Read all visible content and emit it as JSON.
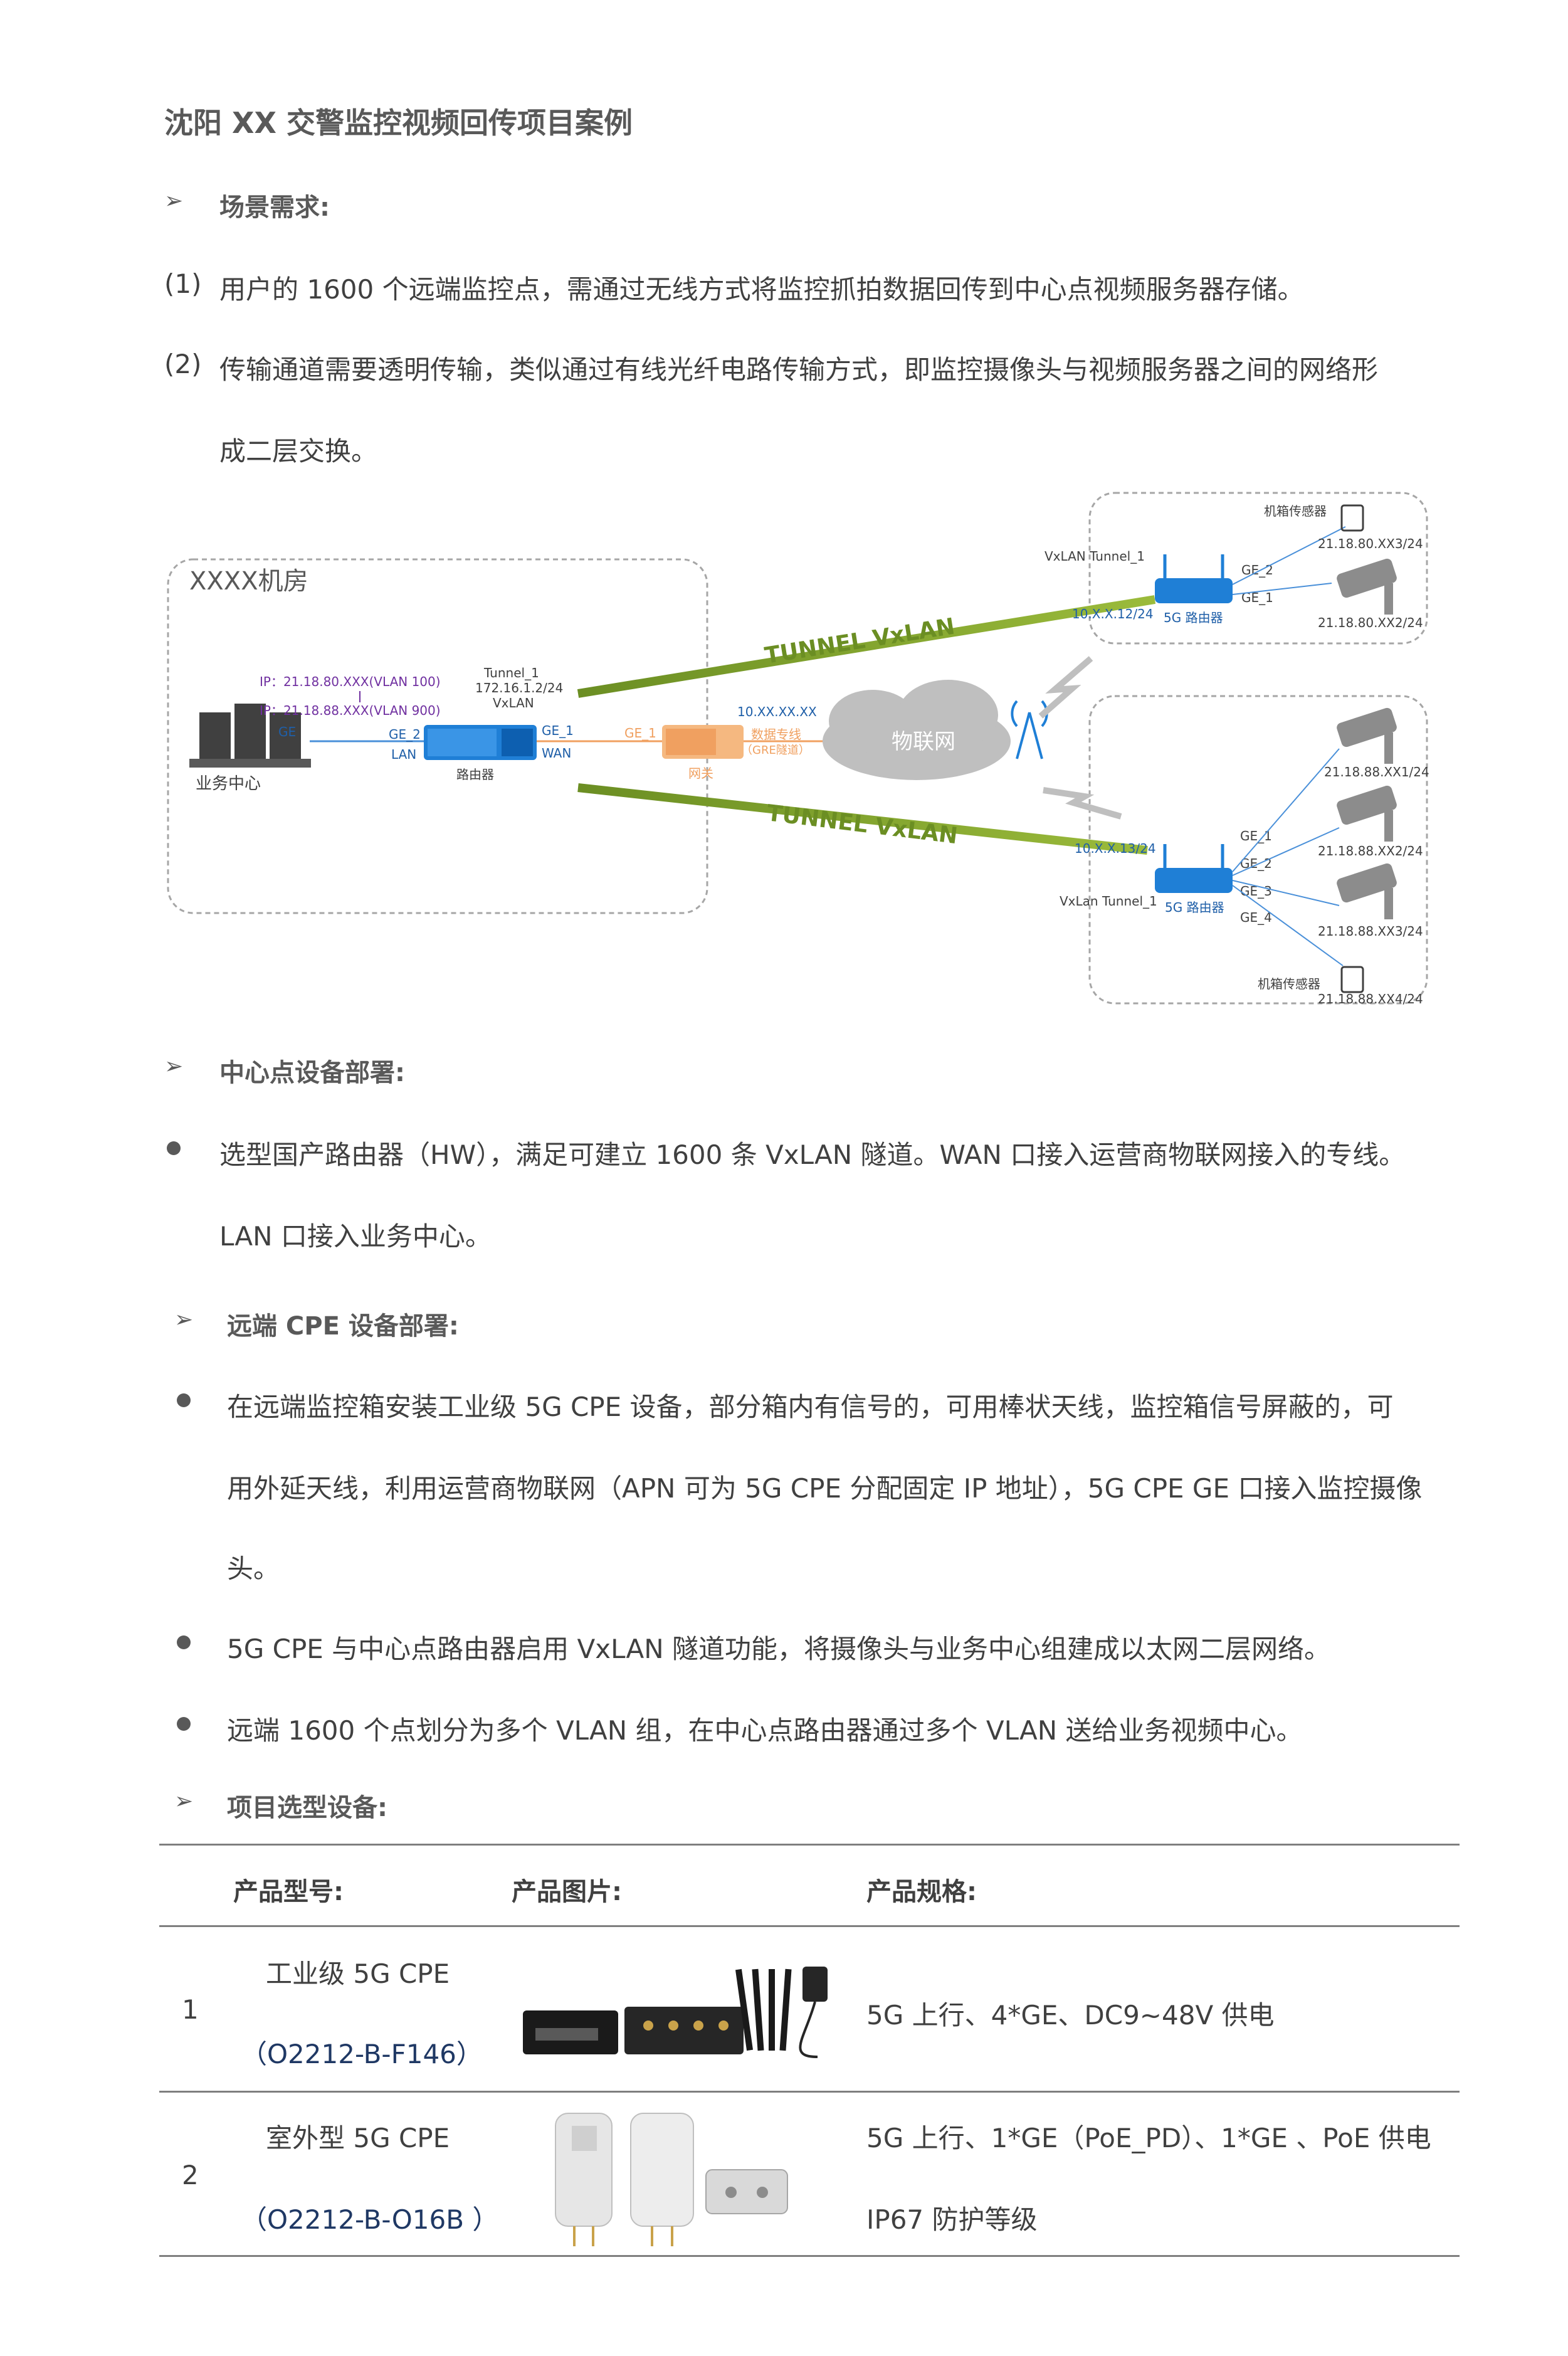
{
  "title": "沈阳 XX 交警监控视频回传项目案例",
  "sections": {
    "scene": {
      "heading": "场景需求:",
      "items": [
        {
          "num": "(1)",
          "line1": "用户的 1600 个远端监控点，需通过无线方式将监控抓拍数据回传到中心点视频服务器存储。"
        },
        {
          "num": "(2)",
          "line1": "传输通道需要透明传输，类似通过有线光纤电路传输方式，即监控摄像头与视频服务器之间的网络形",
          "line2": "成二层交换。"
        }
      ]
    },
    "center": {
      "heading": "中心点设备部署:",
      "line1": "选型国产路由器（HW），满足可建立 1600 条 VxLAN 隧道。WAN 口接入运营商物联网接入的专线。",
      "line2": "LAN 口接入业务中心。"
    },
    "remote": {
      "heading": "远端 CPE 设备部署:",
      "bullet1": {
        "line1": "在远端监控箱安装工业级 5G CPE 设备，部分箱内有信号的，可用棒状天线，监控箱信号屏蔽的，可",
        "line2": "用外延天线，利用运营商物联网（APN 可为 5G CPE 分配固定 IP 地址），5G CPE GE 口接入监控摄像",
        "line3": "头。"
      },
      "bullet2": "5G CPE  与中心点路由器启用 VxLAN 隧道功能，将摄像头与业务中心组建成以太网二层网络。",
      "bullet3": "远端 1600 个点划分为多个 VLAN 组，在中心点路由器通过多个 VLAN 送给业务视频中心。"
    },
    "devices": {
      "heading": "项目选型设备:",
      "headers": [
        "产品型号:",
        "产品图片:",
        "产品规格:"
      ],
      "rows": [
        {
          "num": "1",
          "name": "工业级 5G CPE",
          "model": "（O2212-B-F146）",
          "spec1": "5G 上行、4*GE、DC9~48V 供电",
          "spec2": ""
        },
        {
          "num": "2",
          "name": "室外型 5G CPE",
          "model": "（O2212-B-O16B ）",
          "spec1": "5G 上行、1*GE（PoE_PD）、1*GE 、PoE 供电",
          "spec2": "IP67 防护等级"
        }
      ]
    }
  },
  "diagram": {
    "room_label": "XXXX机房",
    "business_center": "业务中心",
    "ip1": "IP：21.18.80.XXX(VLAN 100)",
    "ip2": "IP：21.18.88.XXX(VLAN 900)",
    "ge": "GE",
    "ge2": "GE_2",
    "lan": "LAN",
    "ge1": "GE_1",
    "wan": "WAN",
    "router": "路由器",
    "tunnel1": "Tunnel_1",
    "tunnel_ip": "172.16.1.2/24",
    "vxlan": "VxLAN",
    "gw_ge1": "GE_1",
    "gateway": "网关",
    "gw_ip": "10.XX.XX.XX",
    "leased_line": "数据专线",
    "gre": "（GRE隧道）",
    "iot": "物联网",
    "tunnel_label": "TUNNEL VxLAN",
    "top_site": {
      "sensor": "机箱传感器",
      "ip_xx3": "21.18.80.XX3/24",
      "vx_tunnel": "VxLAN Tunnel_1",
      "ge2": "GE_2",
      "ge1": "GE_1",
      "cpe_ip": "10.X.X.12/24",
      "router": "5G 路由器",
      "ip_xx2": "21.18.80.XX2/24"
    },
    "bottom_site": {
      "ip_xx1": "21.18.88.XX1/24",
      "ip_xx2": "21.18.88.XX2/24",
      "cpe_ip": "10.X.X.13/24",
      "ge1": "GE_1",
      "ge2": "GE_2",
      "ge3": "GE_3",
      "ge4": "GE_4",
      "vx_tunnel": "VxLan Tunnel_1",
      "router": "5G 路由器",
      "ip_xx3": "21.18.88.XX3/24",
      "sensor": "机箱传感器",
      "ip_xx4": "21.18.88.XX4/24"
    }
  },
  "colors": {
    "tunnel_green": "#7a9a2a",
    "router_blue": "#1f7fd6",
    "gateway_orange": "#f0a060",
    "camera_gray": "#8c8c8c"
  }
}
